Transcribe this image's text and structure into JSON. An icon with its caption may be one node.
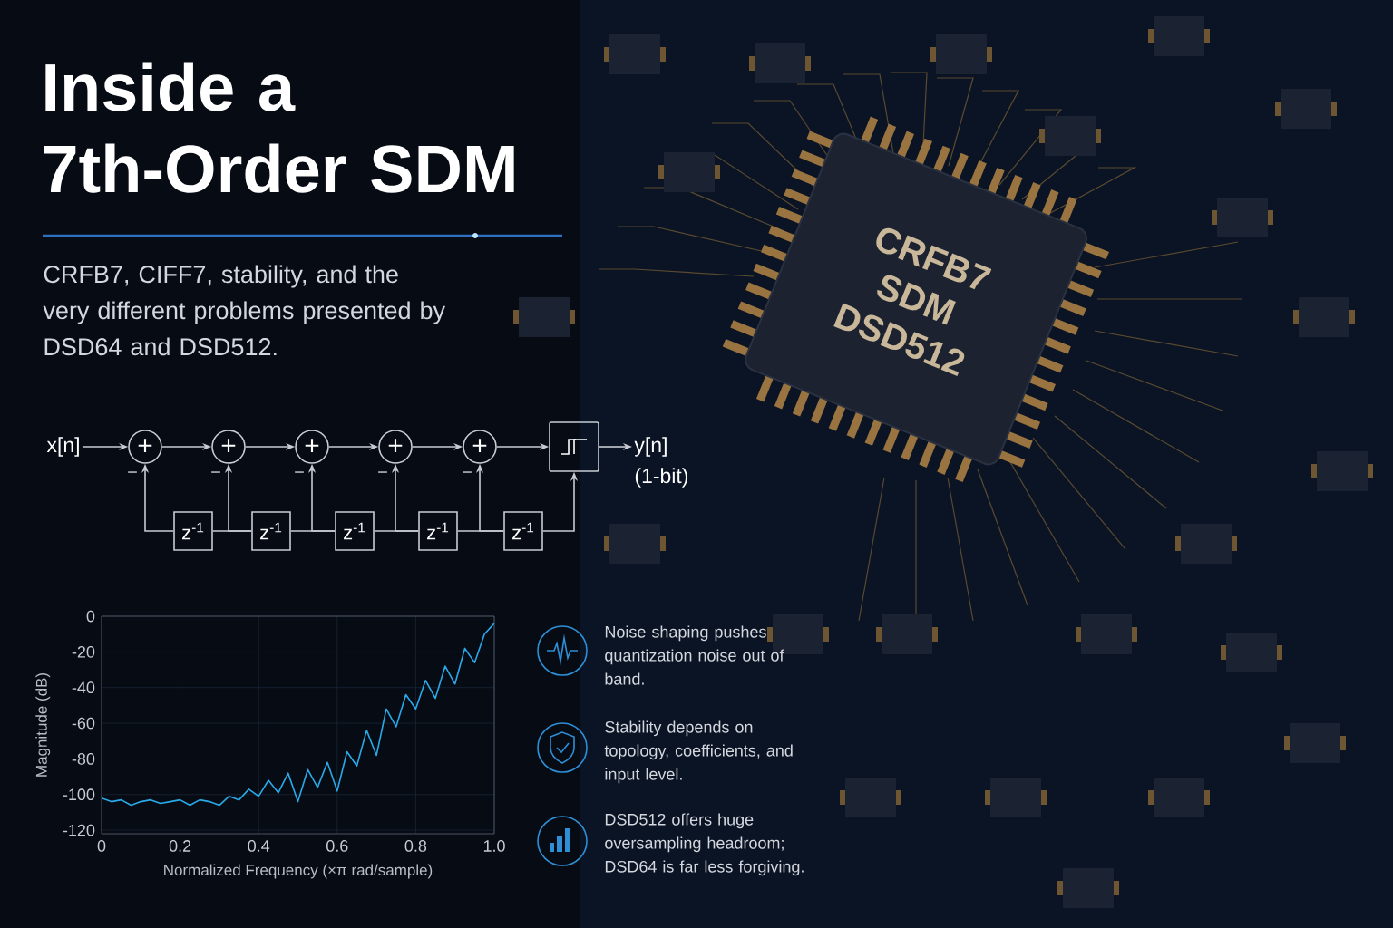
{
  "diagram": {
    "title": "Inside a 7th-Order SDM",
    "nodes": [
      {
        "text": [
          "x[n]"
        ]
      },
      {
        "text": [
          "+"
        ],
        "beside": [
          "−"
        ]
      },
      {
        "text": [
          "+"
        ],
        "beside": [
          "−"
        ]
      },
      {
        "text": [
          "+"
        ],
        "beside": [
          "−"
        ]
      },
      {
        "text": [
          "+"
        ],
        "beside": [
          "−"
        ]
      },
      {
        "text": [
          "+"
        ],
        "beside": [
          "−"
        ]
      },
      {
        "text": [],
        "shape": "box"
      },
      {
        "text": [
          "y[n]",
          "(1-bit)"
        ]
      },
      {
        "text": [
          "z$^{-1}$"
        ]
      },
      {
        "text": [
          "z$^{-1}$"
        ]
      },
      {
        "text": [
          "z$^{-1}$"
        ]
      },
      {
        "text": [
          "z$^{-1}$"
        ]
      },
      {
        "text": [
          "z$^{-1}$"
        ]
      },
      {
        "text": [
          "CRFB7 SDM DSD512"
        ]
      }
    ],
    "edges": [
      {
        "from": 0,
        "to": 1,
        "arrow": "to"
      },
      {
        "from": 1,
        "to": 2,
        "arrow": "to"
      },
      {
        "from": 2,
        "to": 3,
        "arrow": "to"
      },
      {
        "from": 3,
        "to": 4,
        "arrow": "to"
      },
      {
        "from": 4,
        "to": 5,
        "arrow": "to"
      },
      {
        "from": 5,
        "to": 6,
        "arrow": "to"
      },
      {
        "from": 6,
        "to": 7,
        "arrow": "to"
      },
      {
        "from": 8,
        "to": 1,
        "arrow": "to"
      },
      {
        "from": 9,
        "to": 2,
        "arrow": "to"
      },
      {
        "from": 10,
        "to": 3,
        "arrow": "to"
      },
      {
        "from": 11,
        "to": 4,
        "arrow": "to"
      },
      {
        "from": 12,
        "to": 5,
        "arrow": "to"
      },
      {
        "from": 8,
        "to": 9,
        "arrow": "none"
      },
      {
        "from": 9,
        "to": 10,
        "arrow": "none"
      },
      {
        "from": 10,
        "to": 11,
        "arrow": "none"
      },
      {
        "from": 11,
        "to": 12,
        "arrow": "none"
      },
      {
        "from": 12,
        "to": 6,
        "arrow": "to"
      }
    ],
    "labels": [
      "CRFB7, CIFF7, stability, and the very different problems presented by DSD64 and DSD512.",
      "Noise shaping pushes quantization noise out of band.",
      "Stability depends on topology, coefficients, and input level.",
      "DSD512 offers huge oversampling headroom; DSD64 is far less forgiving."
    ],
    "chart_data": {
      "type": "line",
      "xlabel": "Normalized Frequency (×π rad/sample)",
      "ylabel": "Magnitude (dB)",
      "x": [
        0,
        0.025,
        0.05,
        0.075,
        0.1,
        0.125,
        0.15,
        0.175,
        0.2,
        0.225,
        0.25,
        0.275,
        0.3,
        0.325,
        0.35,
        0.375,
        0.4,
        0.425,
        0.45,
        0.475,
        0.5,
        0.525,
        0.55,
        0.575,
        0.6,
        0.625,
        0.65,
        0.675,
        0.7,
        0.725,
        0.75,
        0.775,
        0.8,
        0.825,
        0.85,
        0.875,
        0.9,
        0.925,
        0.95,
        0.975,
        1.0
      ],
      "series": [
        {
          "color": "#29a9e8",
          "values": [
            -102,
            -104,
            -103,
            -106,
            -104,
            -103,
            -105,
            -104,
            -103,
            -106,
            -103,
            -104,
            -106,
            -101,
            -103,
            -97,
            -101,
            -92,
            -99,
            -88,
            -104,
            -86,
            -96,
            -82,
            -98,
            -76,
            -84,
            -64,
            -78,
            -52,
            -62,
            -44,
            -52,
            -36,
            -46,
            -28,
            -38,
            -18,
            -26,
            -10,
            -4
          ]
        }
      ],
      "xlim": [
        0,
        1
      ],
      "ylim": [
        -122,
        0
      ],
      "xticks": [
        {
          "value": 0,
          "label": "0"
        },
        {
          "value": 0.2,
          "label": "0.2"
        },
        {
          "value": 0.4,
          "label": "0.4"
        },
        {
          "value": 0.6,
          "label": "0.6"
        },
        {
          "value": 0.8,
          "label": "0.8"
        },
        {
          "value": 1,
          "label": "1.0"
        }
      ],
      "yticks": [
        0,
        -20,
        -40,
        -60,
        -80,
        -100,
        -120
      ],
      "grid": true
    }
  }
}
